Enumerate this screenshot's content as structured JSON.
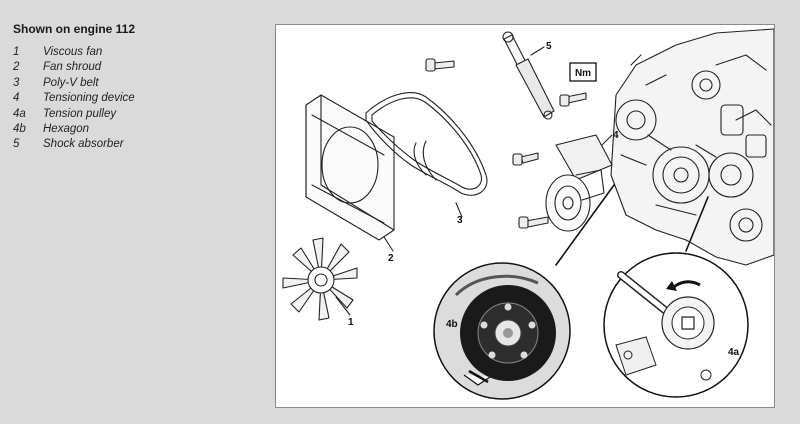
{
  "legend": {
    "title": "Shown on engine 112",
    "items": [
      {
        "num": "1",
        "text": "Viscous fan"
      },
      {
        "num": "2",
        "text": "Fan shroud"
      },
      {
        "num": "3",
        "text": "Poly-V belt"
      },
      {
        "num": "4",
        "text": "Tensioning device"
      },
      {
        "num": "4a",
        "text": "Tension pulley"
      },
      {
        "num": "4b",
        "text": "Hexagon"
      },
      {
        "num": "5",
        "text": "Shock absorber"
      }
    ]
  },
  "figure": {
    "torque_badge": "Nm",
    "callouts": {
      "c1": "1",
      "c2": "2",
      "c3": "3",
      "c4": "4",
      "c4a": "4a",
      "c4b": "4b",
      "c5": "5"
    }
  }
}
